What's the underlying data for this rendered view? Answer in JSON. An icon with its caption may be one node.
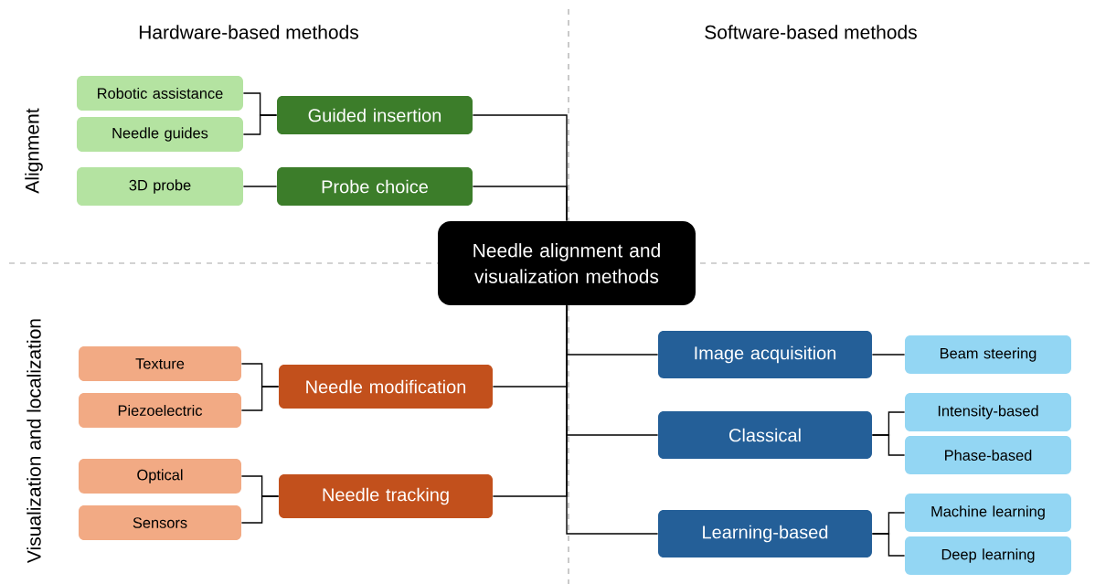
{
  "diagram": {
    "nodes": [
      {
        "text": [
          "Needle alignment and visualization methods"
        ]
      },
      {
        "text": [
          "Guided insertion"
        ]
      },
      {
        "text": [
          "Robotic assistance"
        ]
      },
      {
        "text": [
          "Needle guides"
        ]
      },
      {
        "text": [
          "Probe choice"
        ]
      },
      {
        "text": [
          "3D probe"
        ]
      },
      {
        "text": [
          "Needle modification"
        ]
      },
      {
        "text": [
          "Texture"
        ]
      },
      {
        "text": [
          "Piezoelectric"
        ]
      },
      {
        "text": [
          "Needle tracking"
        ]
      },
      {
        "text": [
          "Optical"
        ]
      },
      {
        "text": [
          "Sensors"
        ]
      },
      {
        "text": [
          "Image acquisition"
        ]
      },
      {
        "text": [
          "Beam steering"
        ]
      },
      {
        "text": [
          "Classical"
        ]
      },
      {
        "text": [
          "Intensity-based"
        ]
      },
      {
        "text": [
          "Phase-based"
        ]
      },
      {
        "text": [
          "Learning-based"
        ]
      },
      {
        "text": [
          "Machine learning"
        ]
      },
      {
        "text": [
          "Deep learning"
        ]
      }
    ],
    "edges": [
      {
        "from": 0,
        "to": 1,
        "arrow": "none"
      },
      {
        "from": 0,
        "to": 4,
        "arrow": "none"
      },
      {
        "from": 0,
        "to": 6,
        "arrow": "none"
      },
      {
        "from": 0,
        "to": 9,
        "arrow": "none"
      },
      {
        "from": 0,
        "to": 12,
        "arrow": "none"
      },
      {
        "from": 0,
        "to": 14,
        "arrow": "none"
      },
      {
        "from": 0,
        "to": 17,
        "arrow": "none"
      },
      {
        "from": 1,
        "to": 2,
        "arrow": "none"
      },
      {
        "from": 1,
        "to": 3,
        "arrow": "none"
      },
      {
        "from": 4,
        "to": 5,
        "arrow": "none"
      },
      {
        "from": 6,
        "to": 7,
        "arrow": "none"
      },
      {
        "from": 6,
        "to": 8,
        "arrow": "none"
      },
      {
        "from": 9,
        "to": 10,
        "arrow": "none"
      },
      {
        "from": 9,
        "to": 11,
        "arrow": "none"
      },
      {
        "from": 12,
        "to": 13,
        "arrow": "none"
      },
      {
        "from": 14,
        "to": 15,
        "arrow": "none"
      },
      {
        "from": 14,
        "to": 16,
        "arrow": "none"
      },
      {
        "from": 17,
        "to": 18,
        "arrow": "none"
      },
      {
        "from": 17,
        "to": 19,
        "arrow": "none"
      }
    ],
    "labels": [
      "Hardware-based methods",
      "Software-based methods",
      "Alignment",
      "Visualization and localization"
    ]
  }
}
